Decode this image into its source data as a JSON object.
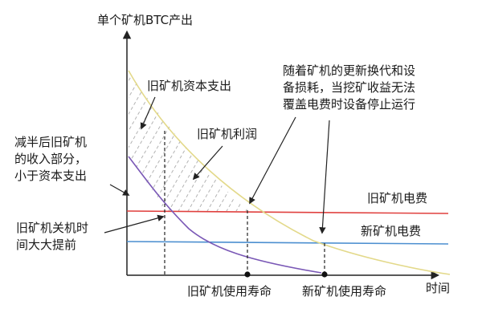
{
  "axes": {
    "y_title": "单个矿机BTC产出",
    "x_title": "时间"
  },
  "labels": {
    "old_capex": "旧矿机资本支出",
    "old_profit": "旧矿机利润",
    "halving_note": [
      "减半后旧矿机",
      "的收入部分，",
      "小于资本支出"
    ],
    "shutdown_note": [
      "旧矿机关机时",
      "间大大提前"
    ],
    "upgrade_note": [
      "随着矿机的更新换代和设",
      "备损耗，当挖矿收益无法",
      "覆盖电费时设备停止运行"
    ],
    "old_power_cost": "旧矿机电费",
    "new_power_cost": "新矿机电费",
    "old_lifespan": "旧矿机使用寿命",
    "new_lifespan": "新矿机使用寿命"
  },
  "colors": {
    "revenue_curve": "#e3d98a",
    "halved_curve": "#7a58b6",
    "old_power_line": "#e0403e",
    "new_power_line": "#4c8fd0",
    "hatch": "#b3b3b3",
    "axis": "#222222",
    "text": "#1a1a1a"
  }
}
